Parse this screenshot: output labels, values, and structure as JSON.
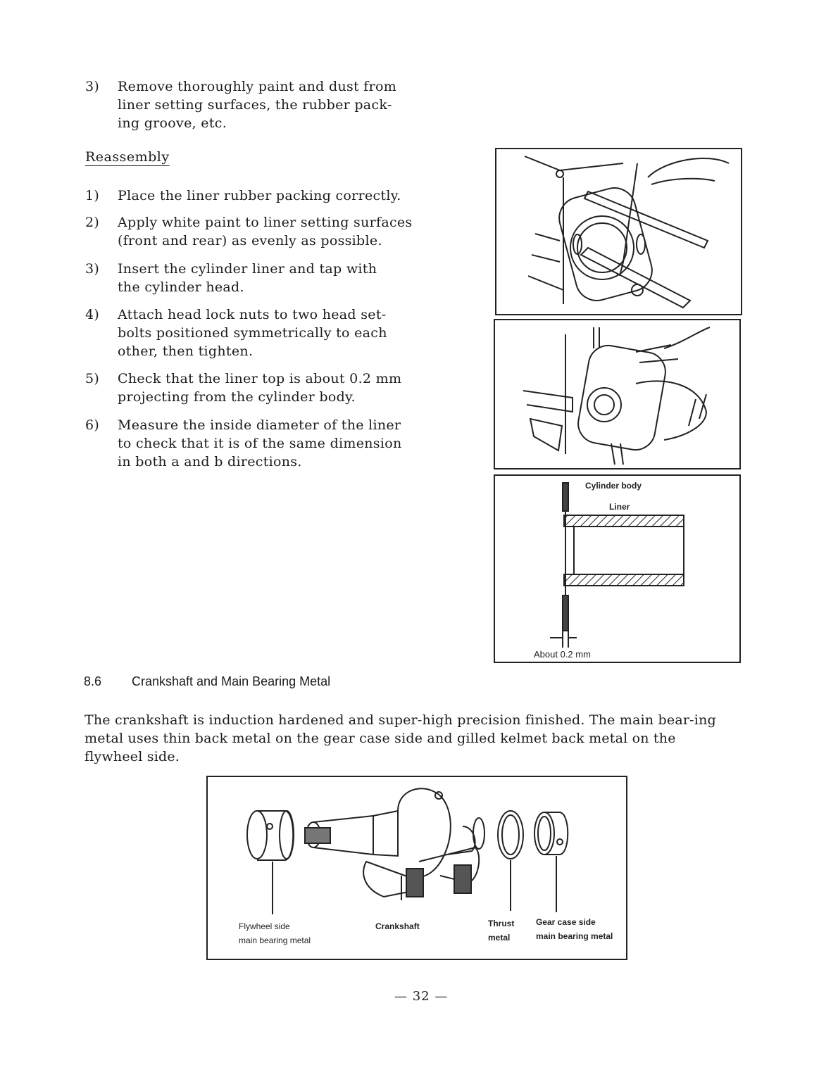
{
  "intro_step": {
    "num": "3)",
    "text": "Remove thoroughly paint and dust from\nliner setting surfaces, the rubber pack-\ning groove, etc."
  },
  "reassembly": {
    "heading": "Reassembly",
    "steps": [
      {
        "num": "1)",
        "text": "Place the liner rubber packing correctly."
      },
      {
        "num": "2)",
        "text": "Apply white paint to liner setting surfaces\n(front and rear) as evenly as possible."
      },
      {
        "num": "3)",
        "text": "Insert the cylinder liner and tap with\nthe cylinder head."
      },
      {
        "num": "4)",
        "text": "Attach head lock nuts to two head set-\nbolts positioned symmetrically to each\nother, then tighten."
      },
      {
        "num": "5)",
        "text": "Check that the liner top is about 0.2 mm\nprojecting from the cylinder body."
      },
      {
        "num": "6)",
        "text": "Measure the inside diameter of the liner\nto check that it is of the same dimension\nin both a and b directions."
      }
    ]
  },
  "liner_diagram": {
    "cylinder_body": "Cylinder body",
    "liner": "Liner",
    "about": "About 0.2 mm"
  },
  "section": {
    "number": "8.6",
    "title": "Crankshaft and Main Bearing Metal",
    "paragraph": "The crankshaft is induction hardened and super-high precision finished.  The main bear-ing metal uses thin back metal on the gear case side and gilled kelmet back metal on the flywheel side."
  },
  "crank_diagram": {
    "flywheel_label": "Flywheel side\nmain bearing metal",
    "crankshaft_label": "Crankshaft",
    "thrust_label": "Thrust\nmetal",
    "gearcase_label": "Gear case side\nmain bearing metal"
  },
  "page_number": "— 32 —"
}
